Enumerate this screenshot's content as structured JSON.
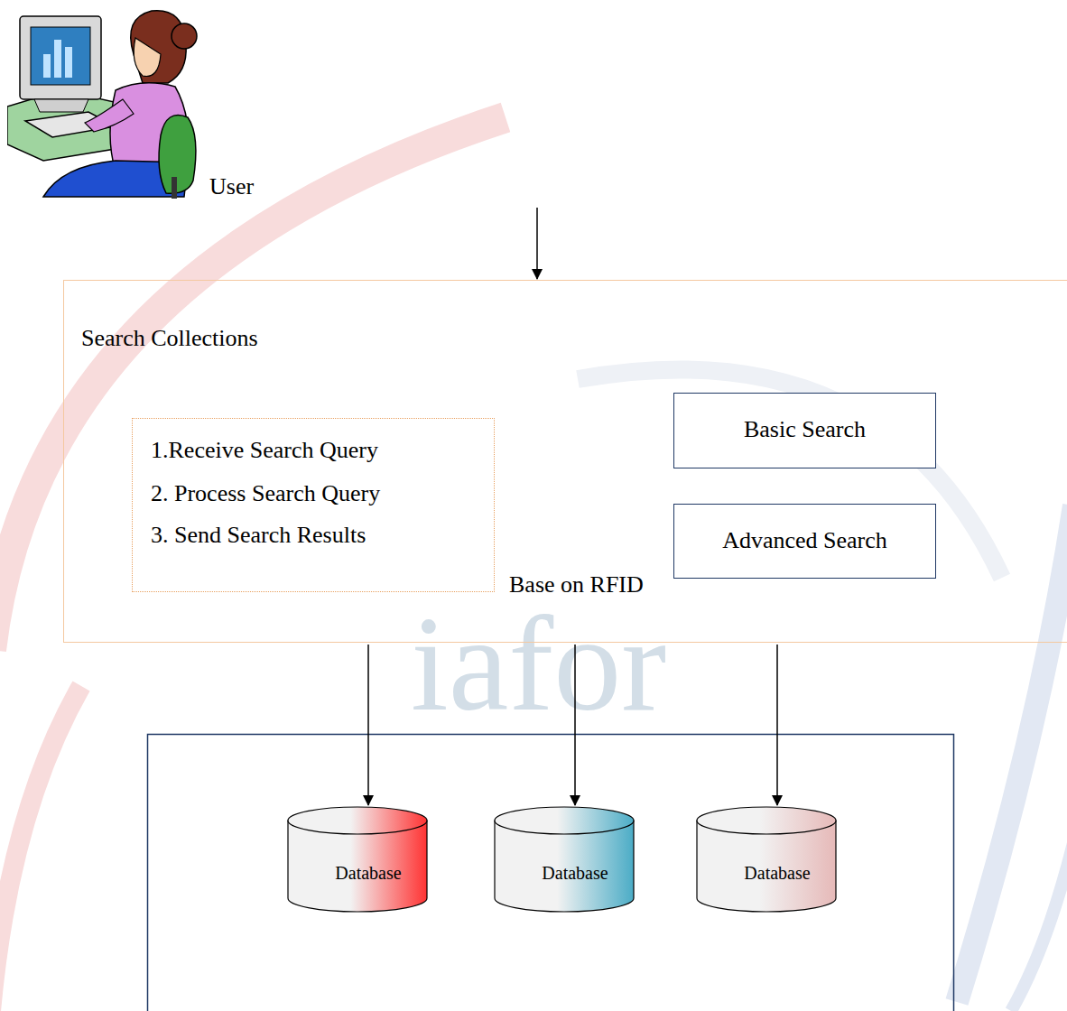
{
  "diagram": {
    "nodes": [
      {
        "text": [
          "User"
        ]
      },
      {
        "text": [
          "Search Collections",
          "Base on RFID"
        ]
      },
      {
        "text": [
          "1.Receive Search Query",
          "2. Process Search Query",
          "3. Send Search Results"
        ],
        "in": 1
      },
      {
        "text": [
          "Basic Search"
        ],
        "in": 1
      },
      {
        "text": [
          "Advanced Search"
        ],
        "in": 1
      },
      {
        "text": [
          "Database"
        ]
      },
      {
        "text": [
          "Database"
        ]
      },
      {
        "text": [
          "Database"
        ]
      }
    ],
    "edges": [
      {
        "from": 0,
        "to": 1,
        "arrow": "to"
      },
      {
        "from": 1,
        "to": 5,
        "arrow": "to"
      },
      {
        "from": 1,
        "to": 6,
        "arrow": "to"
      },
      {
        "from": 1,
        "to": 7,
        "arrow": "to"
      }
    ],
    "labels": [
      "iafor"
    ]
  }
}
